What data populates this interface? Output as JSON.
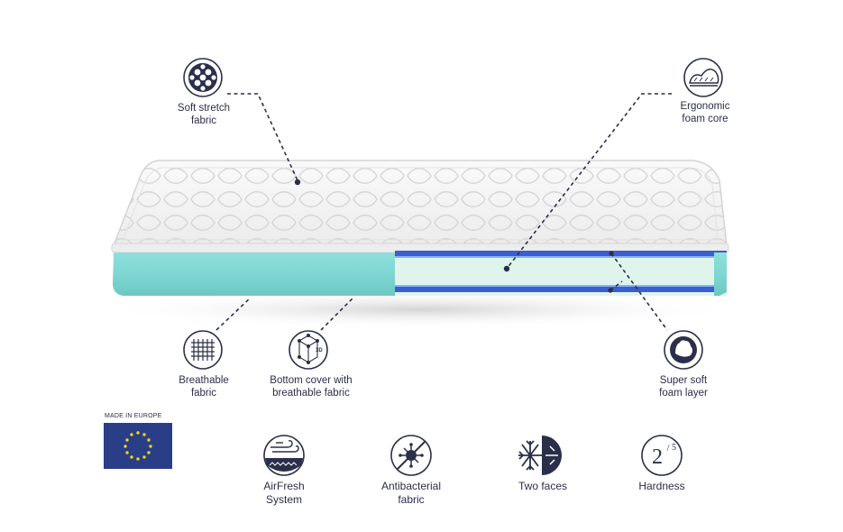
{
  "callouts": {
    "soft_stretch": {
      "line1": "Soft stretch",
      "line2": "fabric",
      "icon": "soft-stretch-fabric-icon"
    },
    "ergonomic": {
      "line1": "Ergonomic",
      "line2": "foam core",
      "icon": "ergonomic-foam-icon"
    },
    "breathable": {
      "line1": "Breathable",
      "line2": "fabric",
      "icon": "breathable-mesh-icon"
    },
    "bottom_cover": {
      "line1": "Bottom cover with",
      "line2": "breathable fabric",
      "icon": "3d-cover-icon",
      "icon_text": "3D"
    },
    "super_soft": {
      "line1": "Super soft",
      "line2": "foam layer",
      "icon": "soft-foam-layer-icon"
    }
  },
  "badge": {
    "caption": "MADE IN EUROPE",
    "icon": "eu-flag-icon"
  },
  "features": {
    "airfresh": {
      "line1": "AirFresh",
      "line2": "System",
      "icon": "airfresh-icon"
    },
    "antibacterial": {
      "line1": "Antibacterial",
      "line2": "fabric",
      "icon": "antibacterial-icon"
    },
    "two_faces": {
      "line1": "Two faces",
      "icon": "two-faces-icon"
    },
    "hardness": {
      "line1": "Hardness",
      "numerator": "2",
      "denominator": "5",
      "icon": "hardness-icon"
    }
  },
  "colors": {
    "navy": "#2b2f4a",
    "teal": "#7fd6d2",
    "foam_light": "#dff5ec",
    "blue_layer": "#3a5fd0",
    "quilt_white": "#f4f4f4",
    "eu_blue": "#2a3e87",
    "eu_star": "#f2d21b"
  }
}
